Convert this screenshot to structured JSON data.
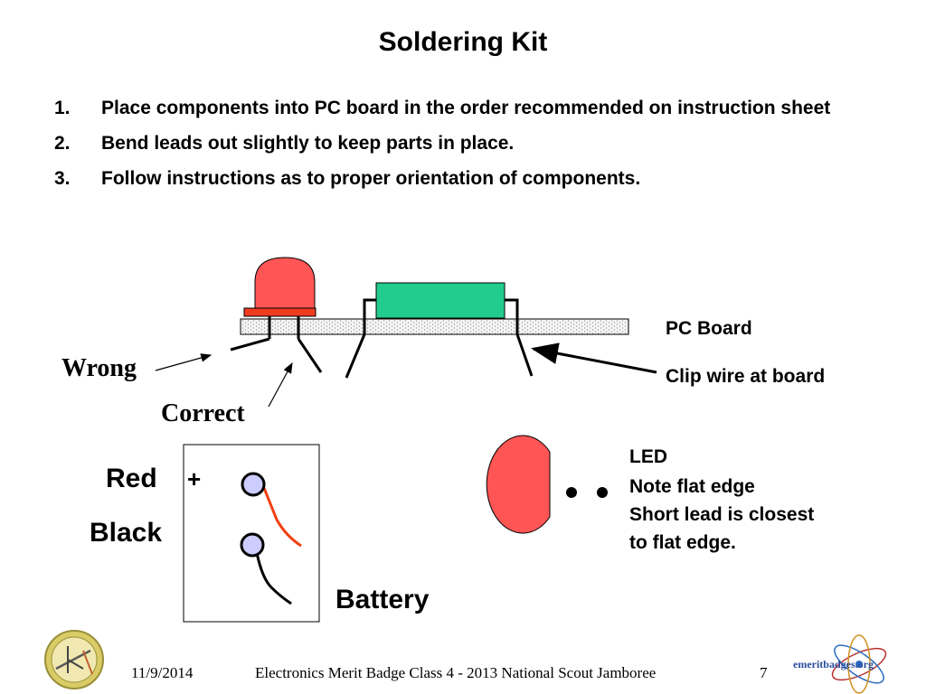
{
  "title": "Soldering Kit",
  "steps": [
    {
      "num": "1.",
      "text": "Place components into PC board in the order recommended on instruction sheet"
    },
    {
      "num": "2.",
      "text": "Bend leads out slightly to keep parts in place."
    },
    {
      "num": "3.",
      "text": "Follow instructions as to proper orientation of components."
    }
  ],
  "labels": {
    "pc_board": "PC Board",
    "clip_wire": "Clip wire at board",
    "wrong": "Wrong",
    "correct": "Correct",
    "red": "Red",
    "plus": "+",
    "black": "Black",
    "battery": "Battery",
    "led": "LED",
    "note_flat": "Note flat edge",
    "short_lead_1": "Short lead is closest",
    "short_lead_2": "to flat edge."
  },
  "footer": {
    "date": "11/9/2014",
    "course": "Electronics Merit Badge Class 4 - 2013 National Scout Jamboree",
    "page": "7",
    "logo_text": "emeritbadges.org"
  },
  "colors": {
    "led_red": "#ff5555",
    "led_base": "#f03c1e",
    "resistor_green": "#22cc8e",
    "terminal_fill": "#ccccff",
    "red_wire": "#f04010",
    "board_fill": "#f2f2f2"
  }
}
